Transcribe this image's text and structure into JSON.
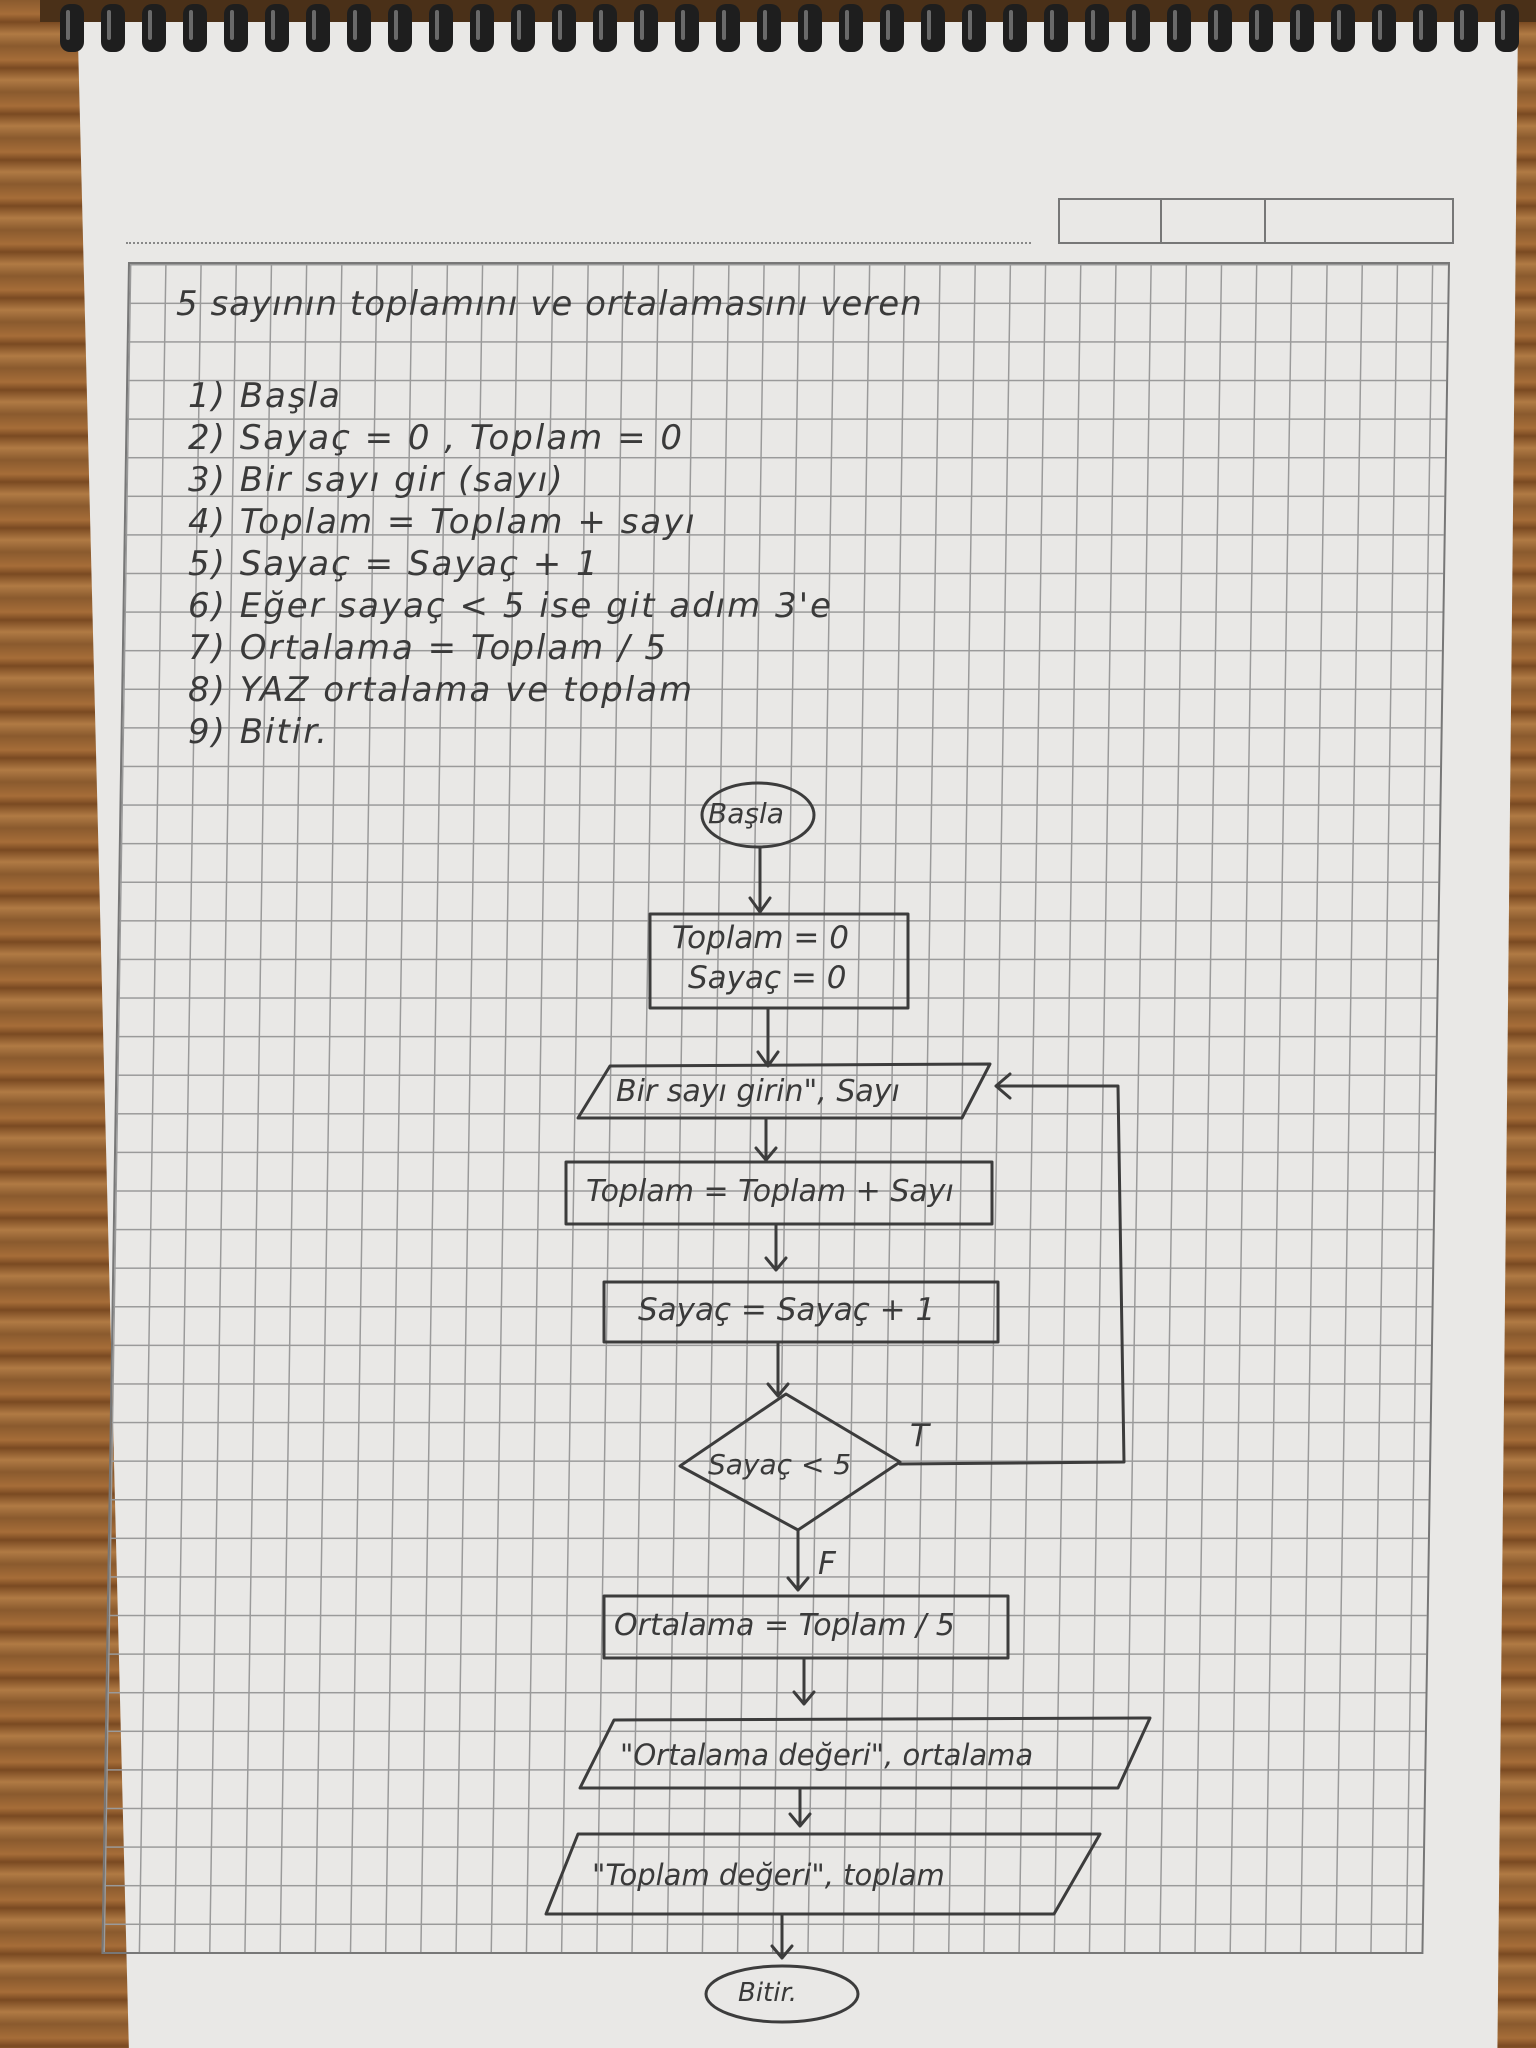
{
  "title": "5 sayının toplamını ve ortalamasını veren",
  "steps": [
    "1)  Başla",
    "2)  Sayaç = 0 ,  Toplam = 0",
    "3)  Bir sayı gir  (sayı)",
    "4)  Toplam  =  Toplam + sayı",
    "5)  Sayaç  =  Sayaç + 1",
    "6)  Eğer sayaç < 5  ise git adım 3'e",
    "7)  Ortalama  =  Toplam / 5",
    "8)  YAZ  ortalama  ve  toplam",
    "9)  Bitir."
  ],
  "flowchart": {
    "start": "Başla",
    "init_1": "Toplam = 0",
    "init_2": "Sayaç = 0",
    "input": "Bir sayı girin\", Sayı",
    "sum": "Toplam = Toplam + Sayı",
    "counter": "Sayaç = Sayaç + 1",
    "decision": "Sayaç < 5",
    "true_label": "T",
    "false_label": "F",
    "average": "Ortalama = Toplam / 5",
    "output_1": "\"Ortalama değeri\", ortalama",
    "output_2": "\"Toplam değeri\",  toplam",
    "end": "Bitir."
  },
  "colors": {
    "pencil": "#3a3a3a",
    "paper": "#e9e8e6",
    "grid": "#9a9a9a"
  }
}
